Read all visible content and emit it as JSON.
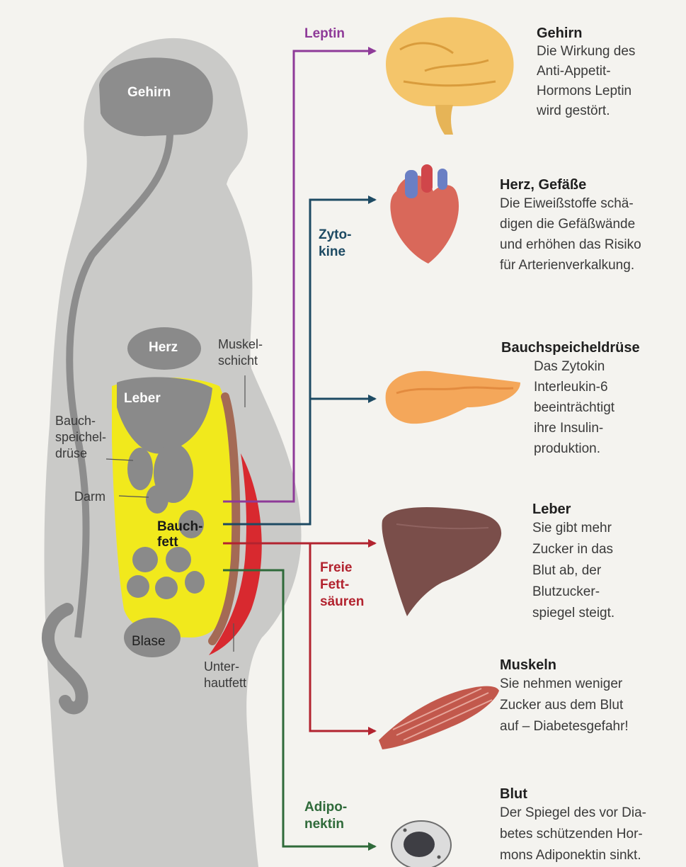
{
  "body_labels": {
    "brain": "Gehirn",
    "heart": "Herz",
    "liver": "Leber",
    "belly_fat": "Bauch-\nfett",
    "bladder": "Blase",
    "pancreas": "Bauch-\nspeichel-\ndrüse",
    "intestine": "Darm",
    "muscle_layer": "Muskel-\nschicht",
    "subcutaneous_fat": "Unter-\nhautfett"
  },
  "flows": {
    "leptin": "Leptin",
    "cytokines": "Zyto-\nkine",
    "fatty_acids": "Freie\nFett-\nsäuren",
    "adiponectin": "Adipo-\nnektin"
  },
  "effects": [
    {
      "title": "Gehirn",
      "text": "Die Wirkung des\nAnti-Appetit-\nHormons Leptin\nwird gestört."
    },
    {
      "title": "Herz, Gefäße",
      "text": "Die Eiweißstoffe schä-\ndigen die Gefäßwände\nund erhöhen das Risiko\nfür Arterienverkalkung."
    },
    {
      "title": "Bauchspeicheldrüse",
      "text": "Das Zytokin\nInterleukin-6\nbeeinträchtigt\nihre Insulin-\nproduktion."
    },
    {
      "title": "Leber",
      "text": "Sie gibt mehr\nZucker in das\nBlut ab, der\nBlutzucker-\nspiegel steigt."
    },
    {
      "title": "Muskeln",
      "text": "Sie nehmen weniger\nZucker aus dem Blut\nauf – Diabetesgefahr!"
    },
    {
      "title": "Blut",
      "text": "Der Spiegel des vor Dia-\nbetes schützenden Hor-\nmons Adiponektin sinkt."
    }
  ],
  "colors": {
    "leptin": "#8e3a98",
    "cytokines": "#1d4a63",
    "fatty_acids": "#b2232f",
    "adiponectin": "#2f6a3a",
    "fat": "#f2ea1e",
    "body": "#c9c9c7",
    "organ": "#8a8a8a"
  }
}
